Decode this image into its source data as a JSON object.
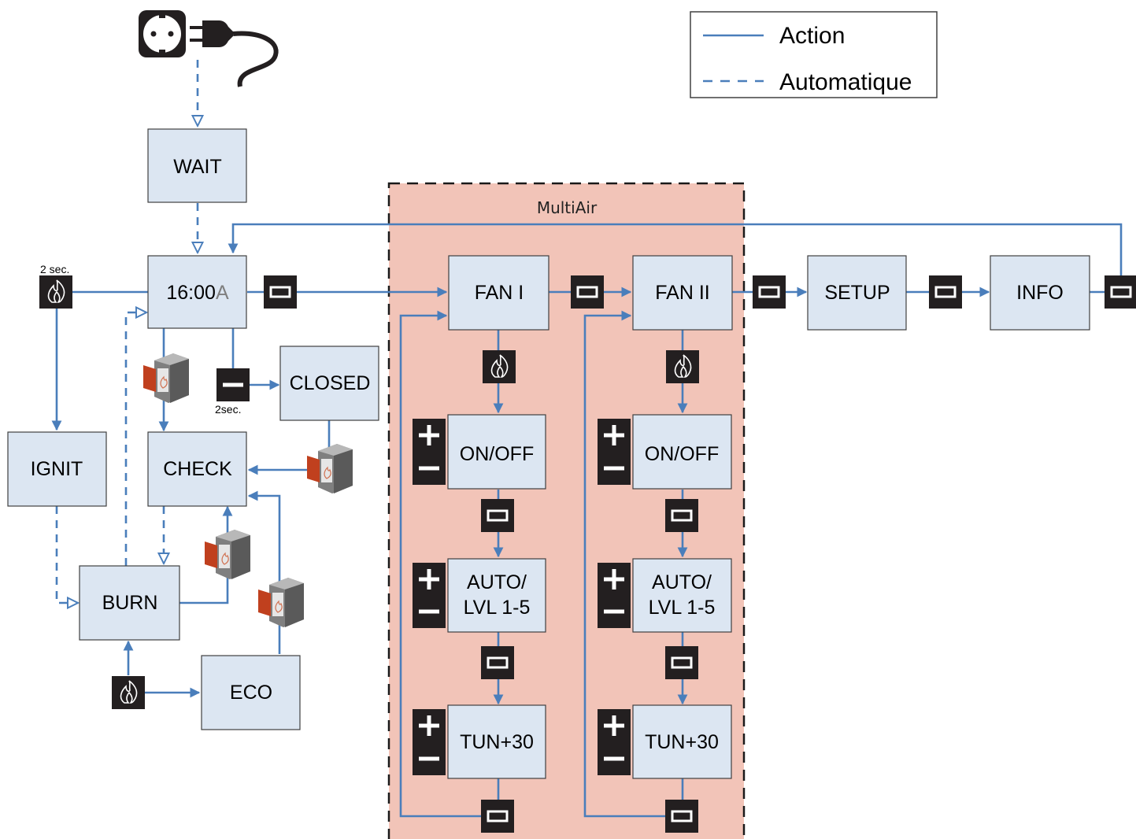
{
  "legend": {
    "action_label": "Action",
    "auto_label": "Automatique"
  },
  "zone": {
    "label": "MultiAir"
  },
  "states": {
    "wait": "WAIT",
    "clock_time": "16:00",
    "clock_suffix": "A",
    "closed": "CLOSED",
    "ignit": "IGNIT",
    "check": "CHECK",
    "burn": "BURN",
    "eco": "ECO",
    "fan1": "FAN I",
    "fan2": "FAN II",
    "setup": "SETUP",
    "info": "INFO",
    "onoff": "ON/OFF",
    "auto_line1": "AUTO/",
    "auto_line2": "LVL 1-5",
    "tun": "TUN+30"
  },
  "notes": {
    "two_sec_flame": "2 sec.",
    "two_sec_minus": "2sec."
  },
  "colors": {
    "box_fill": "#dce6f2",
    "arrow": "#4a7ebb",
    "zone_fill": "#f2c4b8",
    "button": "#231f20"
  },
  "icons": [
    "power-socket-icon",
    "power-plug-icon",
    "flame-button-icon",
    "menu-button-icon",
    "plus-button-icon",
    "minus-button-icon",
    "stove-door-icon"
  ]
}
